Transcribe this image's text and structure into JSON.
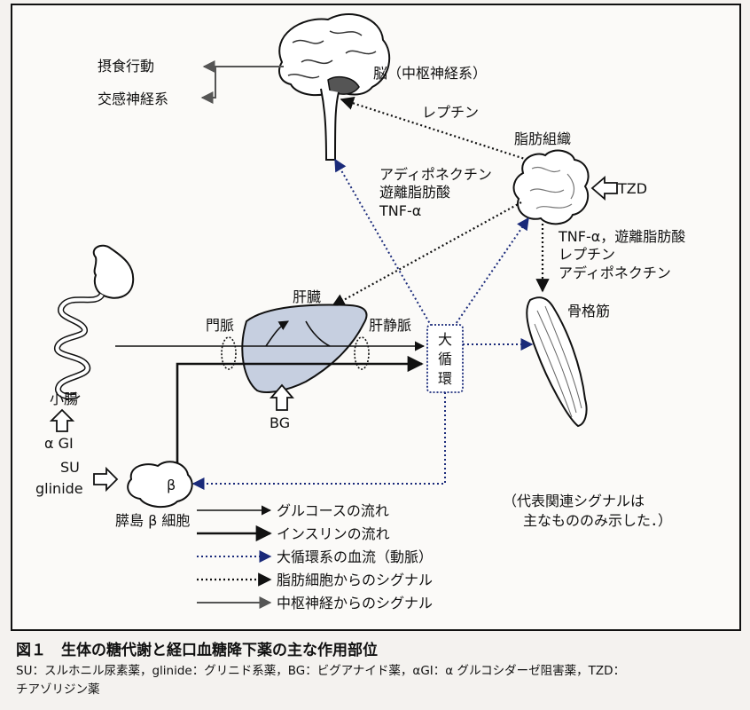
{
  "labels": {
    "brain": "脳（中枢神経系）",
    "feeding": "摂食行動",
    "sympathetic": "交感神経系",
    "leptin": "レプチン",
    "adipose": "脂肪組織",
    "signals_to_liver_1": "アディポネクチン",
    "signals_to_liver_2": "遊離脂肪酸",
    "signals_to_liver_3": "TNF-α",
    "tzd": "TZD",
    "signals_to_muscle_1": "TNF-α，遊離脂肪酸",
    "signals_to_muscle_2": "レプチン",
    "signals_to_muscle_3": "アディポネクチン",
    "muscle": "骨格筋",
    "liver": "肝臓",
    "portal_vein": "門脈",
    "hepatic_vein": "肝静脈",
    "circulation_1": "大",
    "circulation_2": "循",
    "circulation_3": "環",
    "bg": "BG",
    "small_intestine": "小腸",
    "agi": "α GI",
    "su": "SU",
    "glinide": "glinide",
    "beta": "β",
    "islet_beta": "膵島 β 細胞",
    "note_1": "（代表関連シグナルは",
    "note_2": "主なもののみ示した．）"
  },
  "legend": [
    {
      "style": "thin-solid",
      "label": "グルコースの流れ"
    },
    {
      "style": "thick-solid",
      "label": "インスリンの流れ"
    },
    {
      "style": "blue-dotted",
      "label": "大循環系の血流（動脈）"
    },
    {
      "style": "black-dotted",
      "label": "脂肪細胞からのシグナル"
    },
    {
      "style": "gray-solid",
      "label": "中枢神経からのシグナル"
    }
  ],
  "caption": {
    "title": "図１　生体の糖代謝と経口血糖降下薬の主な作用部位",
    "line1": "SU：スルホニル尿素薬，glinide：グリニド系薬，BG：ビグアナイド薬，αGI：α グルコシダーゼ阻害薬，TZD：",
    "line2": "チアゾリジン薬"
  },
  "colors": {
    "border": "#111111",
    "blood_flow": "#1a2a7a",
    "liver_fill": "#c6cfe0",
    "background": "#f4f2ef"
  }
}
